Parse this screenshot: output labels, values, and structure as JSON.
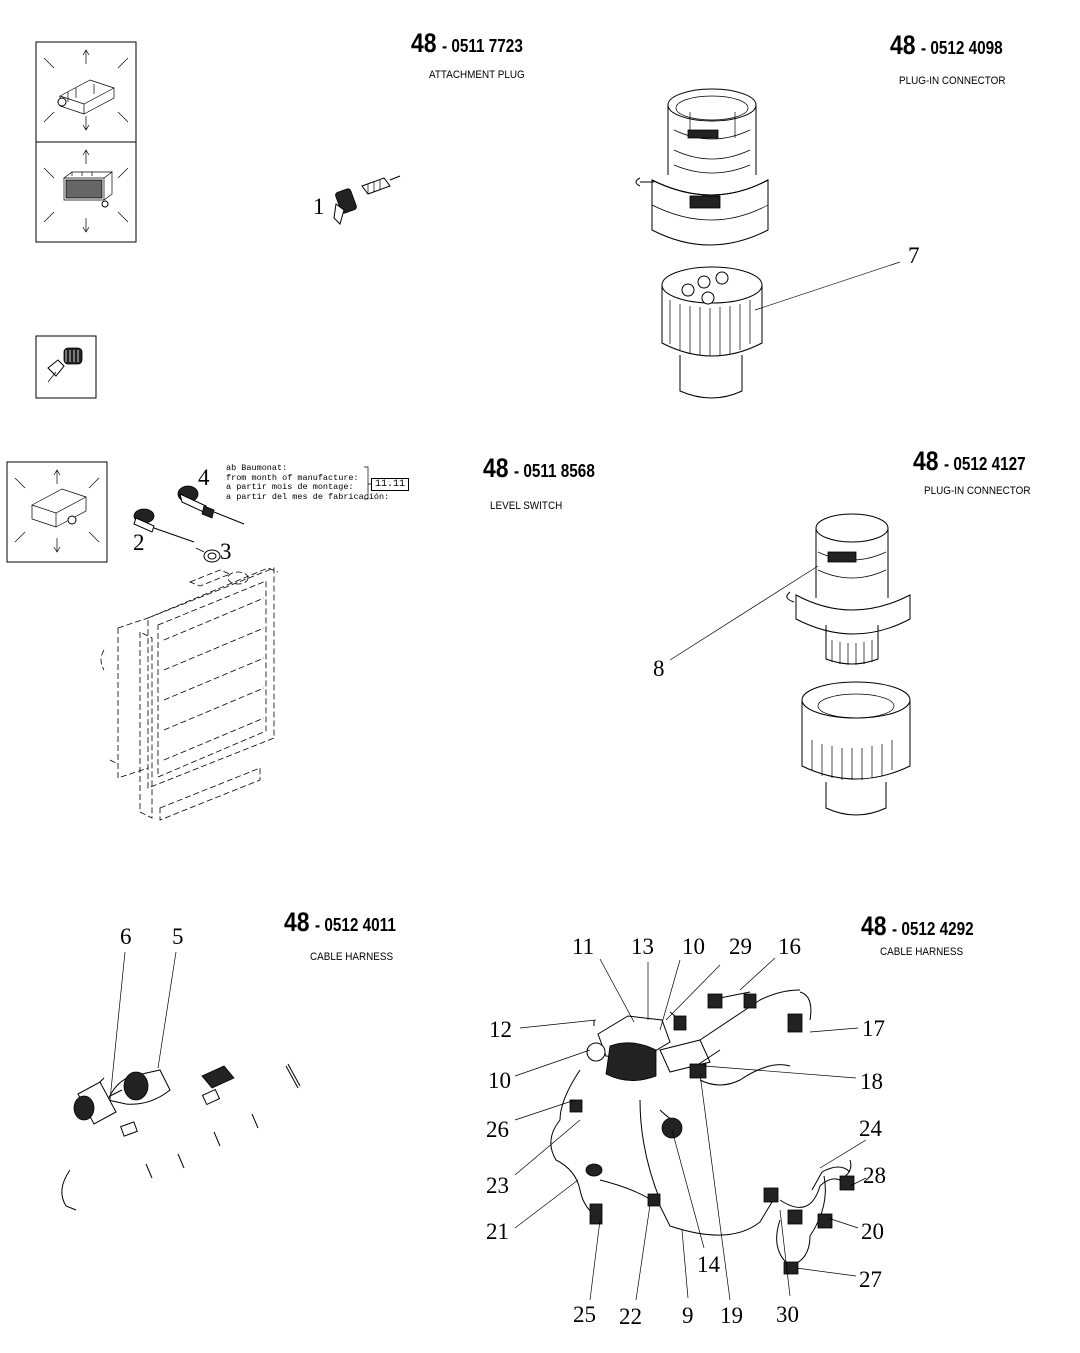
{
  "sections": [
    {
      "id": "s1",
      "prefix": "48",
      "code": "- 0511 7723",
      "title": "ATTACHMENT PLUG"
    },
    {
      "id": "s2",
      "prefix": "48",
      "code": "- 0512 4098",
      "title": "PLUG-IN CONNECTOR"
    },
    {
      "id": "s3",
      "prefix": "48",
      "code": "- 0511 8568",
      "title": "LEVEL SWITCH"
    },
    {
      "id": "s4",
      "prefix": "48",
      "code": "- 0512 4127",
      "title": "PLUG-IN CONNECTOR"
    },
    {
      "id": "s5",
      "prefix": "48",
      "code": "- 0512 4011",
      "title": "CABLE HARNESS"
    },
    {
      "id": "s6",
      "prefix": "48",
      "code": "- 0512 4292",
      "title": "CABLE HARNESS"
    }
  ],
  "manufacture_note": {
    "lines": "ab Baumonat:\nfrom month of manufacture:\na partir mois de montage:\na partir del mes de fabricación:",
    "date": "11.11"
  },
  "callouts": {
    "c1": "1",
    "c2": "2",
    "c3": "3",
    "c4": "4",
    "c5": "5",
    "c6": "6",
    "c7": "7",
    "c8": "8",
    "c9": "9",
    "c10a": "10",
    "c10b": "10",
    "c11": "11",
    "c12": "12",
    "c13": "13",
    "c14": "14",
    "c16": "16",
    "c17": "17",
    "c18": "18",
    "c19": "19",
    "c20": "20",
    "c21": "21",
    "c22": "22",
    "c23": "23",
    "c24": "24",
    "c25": "25",
    "c26": "26",
    "c27": "27",
    "c28": "28",
    "c29": "29",
    "c30": "30"
  }
}
